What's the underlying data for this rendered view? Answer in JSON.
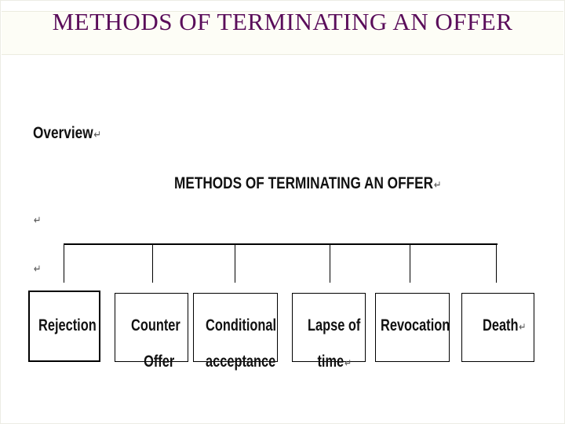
{
  "slide": {
    "title": "METHODS OF TERMINATING AN OFFER"
  },
  "document": {
    "overview": "Overview",
    "heading": "METHODS OF TERMINATING AN OFFER",
    "paragraph_mark": "↵"
  },
  "diagram": {
    "boxes": [
      {
        "line1": "Rejection",
        "line2": ""
      },
      {
        "line1": "Counter",
        "line2": "Offer"
      },
      {
        "line1": "Conditional",
        "line2": "acceptance"
      },
      {
        "line1": "Lapse of",
        "line2": "time"
      },
      {
        "line1": "Revocation",
        "line2": ""
      },
      {
        "line1": "Death",
        "line2": ""
      }
    ]
  },
  "colors": {
    "title": "#5a0d5a",
    "lines": "#000000"
  }
}
